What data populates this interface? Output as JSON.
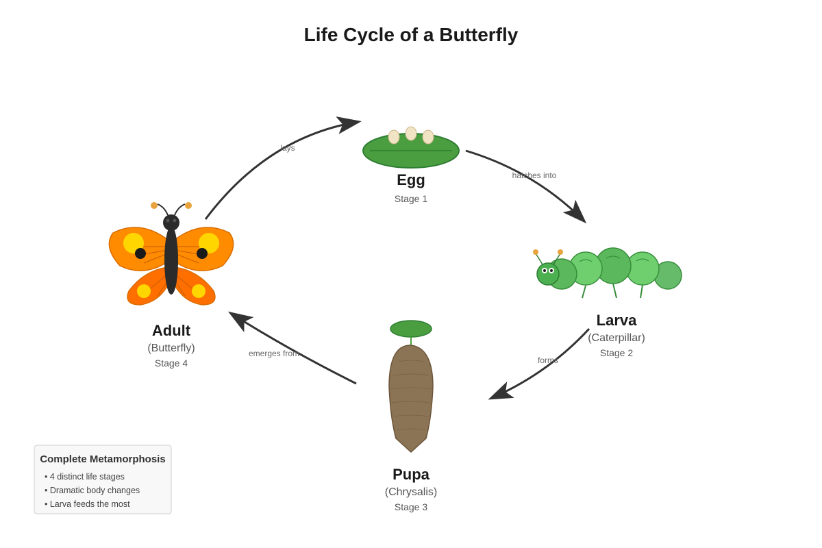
{
  "title": "Life Cycle of a Butterfly",
  "stages": {
    "egg": {
      "name": "Egg",
      "stage": "Stage 1"
    },
    "larva": {
      "name": "Larva",
      "subtitle": "(Caterpillar)",
      "stage": "Stage 2"
    },
    "pupa": {
      "name": "Pupa",
      "subtitle": "(Chrysalis)",
      "stage": "Stage 3"
    },
    "adult": {
      "name": "Adult",
      "subtitle": "(Butterfly)",
      "stage": "Stage 4"
    }
  },
  "transitions": {
    "adult_to_egg": "lays",
    "egg_to_larva": "hatches into",
    "larva_to_pupa": "forms",
    "pupa_to_adult": "emerges from"
  },
  "info_box": {
    "title": "Complete Metamorphosis",
    "items": [
      "• 4 distinct life stages",
      "• Dramatic body changes",
      "• Larva feeds the most"
    ]
  },
  "colors": {
    "leaf": "#4a9e3f",
    "egg": "#f1e4c4",
    "caterpillar": "#66bb6a",
    "chrysalis": "#8b7355",
    "wing": "#ff8c00",
    "wing_spot": "#ffd600"
  }
}
